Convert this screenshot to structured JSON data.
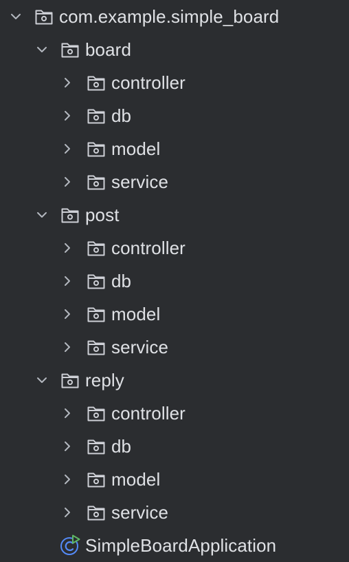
{
  "project_tree": {
    "root": {
      "label": "com.example.simple_board",
      "icon": "package-folder-icon",
      "expanded": true
    },
    "packages": [
      {
        "label": "board",
        "icon": "package-folder-icon",
        "expanded": true,
        "children": [
          {
            "label": "controller",
            "icon": "package-folder-icon",
            "expanded": false
          },
          {
            "label": "db",
            "icon": "package-folder-icon",
            "expanded": false
          },
          {
            "label": "model",
            "icon": "package-folder-icon",
            "expanded": false
          },
          {
            "label": "service",
            "icon": "package-folder-icon",
            "expanded": false
          }
        ]
      },
      {
        "label": "post",
        "icon": "package-folder-icon",
        "expanded": true,
        "children": [
          {
            "label": "controller",
            "icon": "package-folder-icon",
            "expanded": false
          },
          {
            "label": "db",
            "icon": "package-folder-icon",
            "expanded": false
          },
          {
            "label": "model",
            "icon": "package-folder-icon",
            "expanded": false
          },
          {
            "label": "service",
            "icon": "package-folder-icon",
            "expanded": false
          }
        ]
      },
      {
        "label": "reply",
        "icon": "package-folder-icon",
        "expanded": true,
        "children": [
          {
            "label": "controller",
            "icon": "package-folder-icon",
            "expanded": false
          },
          {
            "label": "db",
            "icon": "package-folder-icon",
            "expanded": false
          },
          {
            "label": "model",
            "icon": "package-folder-icon",
            "expanded": false
          },
          {
            "label": "service",
            "icon": "package-folder-icon",
            "expanded": false
          }
        ]
      }
    ],
    "main_class": {
      "label": "SimpleBoardApplication",
      "icon": "spring-boot-application-class-icon"
    }
  },
  "colors": {
    "background": "#2b2d30",
    "text": "#dfe1e5",
    "icon_stroke": "#ced0d6",
    "chevron": "#b4b8bf",
    "class_icon": "#548af7",
    "run_marker": "#5fb865"
  }
}
